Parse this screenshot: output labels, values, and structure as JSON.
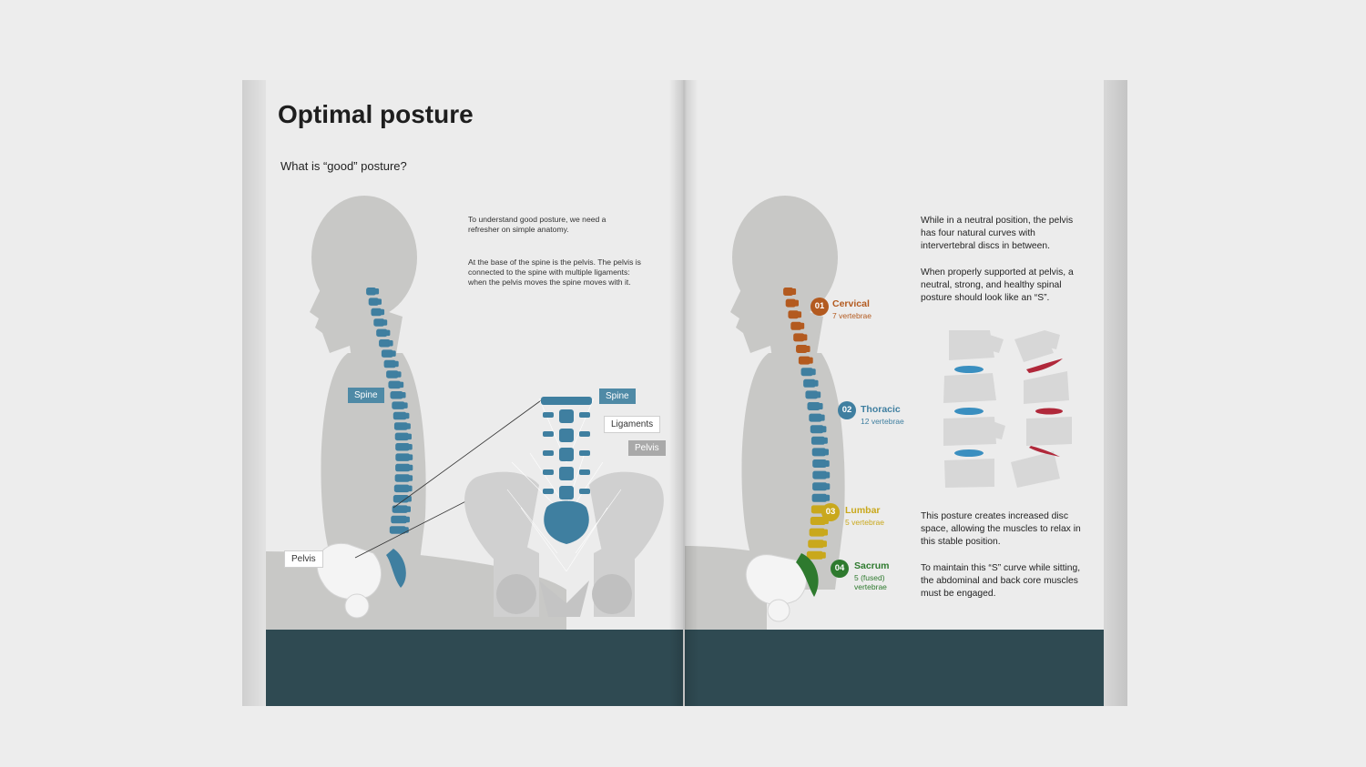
{
  "left_page": {
    "title": "Optimal posture",
    "subtitle": "What is “good” posture?",
    "intro_p1": "To understand good posture, we need a refresher on simple anatomy.",
    "intro_p2": "At the base of the spine is the pelvis. The pelvis is connected to the spine with multiple ligaments: when the pelvis moves the spine moves with it.",
    "labels": {
      "spine_figure": "Spine",
      "pelvis_figure": "Pelvis",
      "spine_detail": "Spine",
      "ligaments_detail": "Ligaments",
      "pelvis_detail": "Pelvis"
    }
  },
  "right_page": {
    "para1": "While in a neutral position, the pelvis has four natural curves with intervertebral discs in between.",
    "para2": "When properly supported at pelvis, a neutral, strong, and healthy spinal posture should look like an “S”.",
    "para3": "This posture creates increased disc space, allowing the muscles to relax in this stable position.",
    "para4": "To maintain this “S” curve while sitting, the abdominal and back core muscles must be engaged.",
    "segments": [
      {
        "num": "01",
        "name": "Cervical",
        "sub": "7 vertebrae",
        "color": "#b35a1f"
      },
      {
        "num": "02",
        "name": "Thoracic",
        "sub": "12 vertebrae",
        "color": "#3f7fa0"
      },
      {
        "num": "03",
        "name": "Lumbar",
        "sub": "5 vertebrae",
        "color": "#c9a81c"
      },
      {
        "num": "04",
        "name": "Sacrum",
        "sub": "5 (fused) vertebrae",
        "color": "#2e7a2e"
      }
    ]
  },
  "colors": {
    "spine_blue": "#3f7fa0",
    "footer_band": "#2f4a52",
    "disc_blue": "#3a8fc0",
    "disc_red": "#b0283a"
  }
}
